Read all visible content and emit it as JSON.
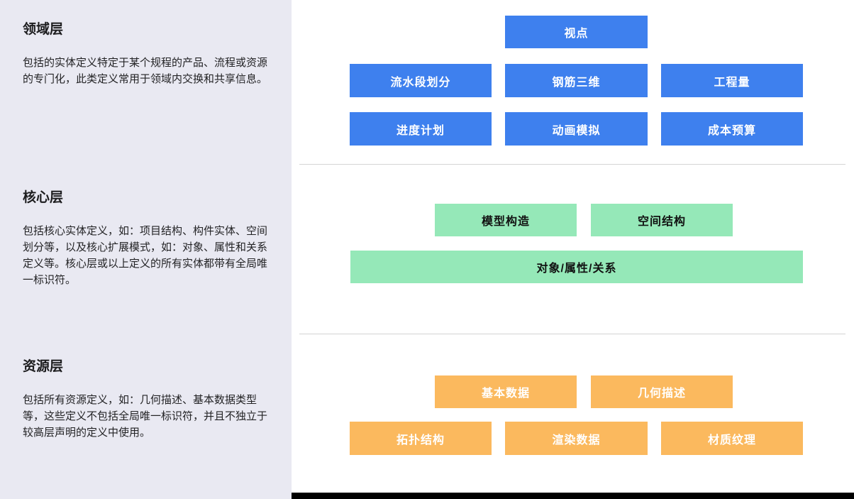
{
  "colors": {
    "sidebar_bg": "#E9E9F2",
    "panel_bg": "#FFFFFF",
    "blue": "#3E80EE",
    "green": "#95E8B8",
    "orange": "#FBB95E",
    "divider": "#D4D4D4",
    "bottom_bar": "#000000"
  },
  "sidebar": {
    "sections": [
      {
        "title": "领域层",
        "description": "包括的实体定义特定于某个规程的产品、流程或资源的专门化，此类定义常用于领域内交换和共享信息。"
      },
      {
        "title": "核心层",
        "description": "包括核心实体定义，如：项目结构、构件实体、空间划分等，以及核心扩展模式，如：对象、属性和关系定义等。核心层或以上定义的所有实体都带有全局唯一标识符。"
      },
      {
        "title": "资源层",
        "description": "包括所有资源定义，如：几何描述、基本数据类型等，这些定义不包括全局唯一标识符，并且不独立于较高层声明的定义中使用。"
      }
    ]
  },
  "diagram": {
    "domain_layer": {
      "top_block": "视点",
      "row1": [
        "流水段划分",
        "钢筋三维",
        "工程量"
      ],
      "row2": [
        "进度计划",
        "动画模拟",
        "成本预算"
      ]
    },
    "core_layer": {
      "row1": [
        "模型构造",
        "空间结构"
      ],
      "wide_block": "对象/属性/关系"
    },
    "resource_layer": {
      "row1": [
        "基本数据",
        "几何描述"
      ],
      "row2": [
        "拓扑结构",
        "渲染数据",
        "材质纹理"
      ]
    }
  }
}
